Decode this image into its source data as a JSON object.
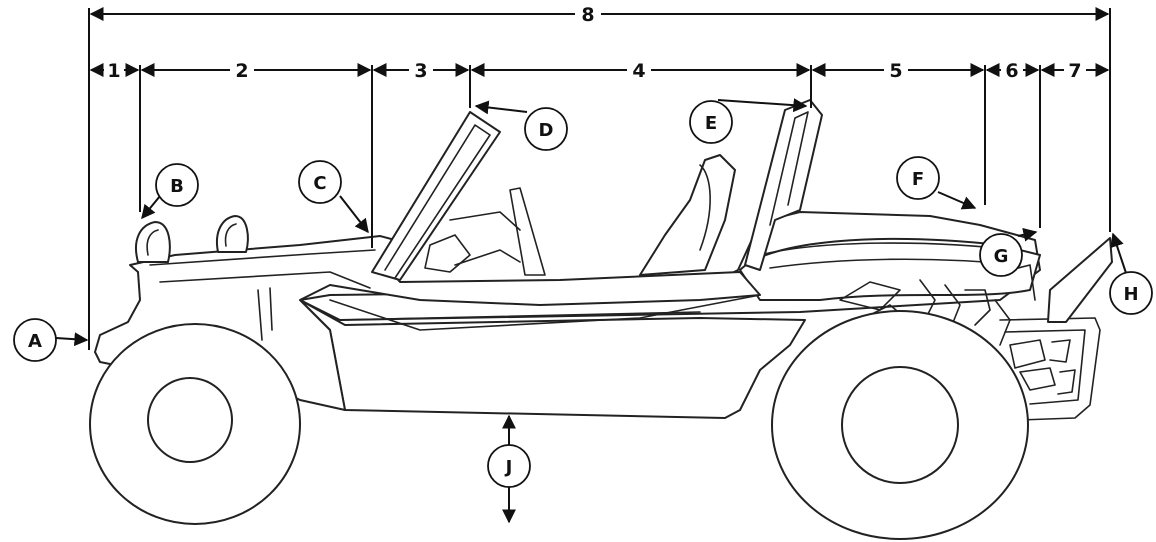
{
  "dimensions": [
    {
      "label": "1"
    },
    {
      "label": "2"
    },
    {
      "label": "3"
    },
    {
      "label": "4"
    },
    {
      "label": "5"
    },
    {
      "label": "6"
    },
    {
      "label": "7"
    },
    {
      "label": "8"
    }
  ],
  "callouts": [
    {
      "label": "A"
    },
    {
      "label": "B"
    },
    {
      "label": "C"
    },
    {
      "label": "D"
    },
    {
      "label": "E"
    },
    {
      "label": "F"
    },
    {
      "label": "G"
    },
    {
      "label": "H"
    },
    {
      "label": "J"
    }
  ]
}
